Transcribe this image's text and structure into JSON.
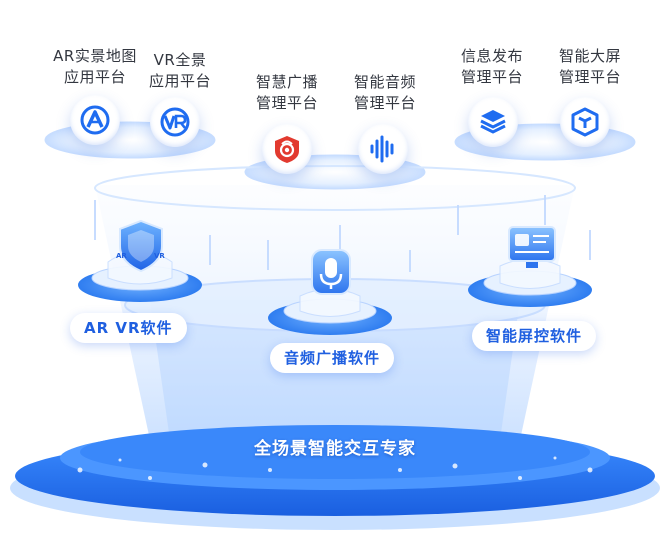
{
  "base": {
    "title": "全场景智能交互专家"
  },
  "platforms": [
    {
      "line1": "AR实景地图",
      "line2": "应用平台",
      "icon": "ar-map-icon"
    },
    {
      "line1": "VR全景",
      "line2": "应用平台",
      "icon": "vr-icon"
    },
    {
      "line1": "智慧广播",
      "line2": "管理平台",
      "icon": "broadcast-icon"
    },
    {
      "line1": "智能音频",
      "line2": "管理平台",
      "icon": "audio-wave-icon"
    },
    {
      "line1": "信息发布",
      "line2": "管理平台",
      "icon": "layers-icon"
    },
    {
      "line1": "智能大屏",
      "line2": "管理平台",
      "icon": "cube-icon"
    }
  ],
  "software": [
    {
      "label": "AR VR软件",
      "icon": "shield-icon"
    },
    {
      "label": "音频广播软件",
      "icon": "microphone-icon"
    },
    {
      "label": "智能屏控软件",
      "icon": "screen-icon"
    }
  ],
  "colors": {
    "accent": "#1f5fe0",
    "base_blue": "#2f7df0",
    "light_blue": "#dcecff",
    "broadcast_red": "#e23a2f"
  }
}
